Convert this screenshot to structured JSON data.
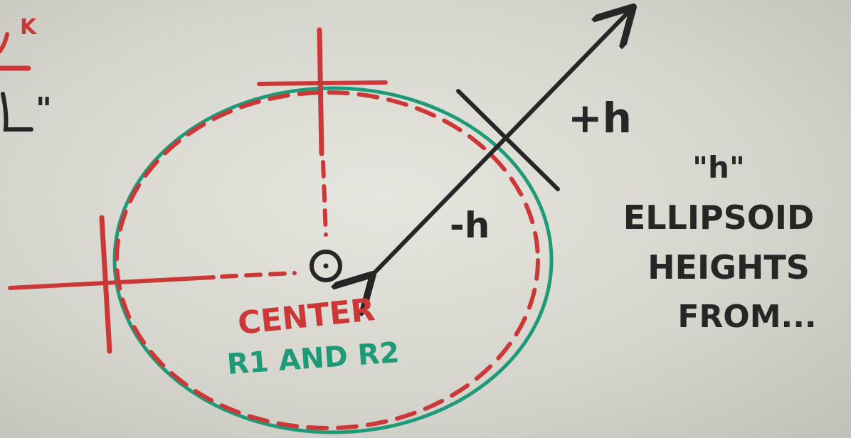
{
  "labels": {
    "plus_h": "+h",
    "minus_h": "-h",
    "center": "CENTER",
    "radii": "R1 AND R2",
    "note_line1": "\"h\"",
    "note_line2": "ELLIPSOID",
    "note_line3": "HEIGHTS",
    "note_line4": "FROM...",
    "corner_mark": "K",
    "corner_quote": "\""
  },
  "colors": {
    "board": "#d4d3cb",
    "red_marker": "#cc3838",
    "green_marker": "#1f9a78",
    "black_marker": "#262626"
  }
}
